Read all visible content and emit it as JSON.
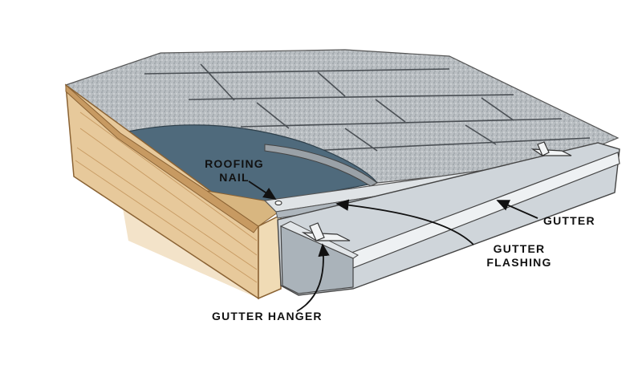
{
  "labels": {
    "roofing_nail": [
      "ROOFING",
      "NAIL"
    ],
    "gutter_flashing": [
      "GUTTER",
      "FLASHING"
    ],
    "gutter": "GUTTER",
    "gutter_hanger": "GUTTER HANGER"
  },
  "colors": {
    "shingle": "#b9bec2",
    "shingle_dark": "#8d949a",
    "underlayment": "#4f6a7c",
    "wood": "#e7c99b",
    "wood_edge": "#c79a62",
    "metal": "#d7dce0",
    "metal_shadow": "#9aa3ab",
    "ink": "#111111"
  }
}
